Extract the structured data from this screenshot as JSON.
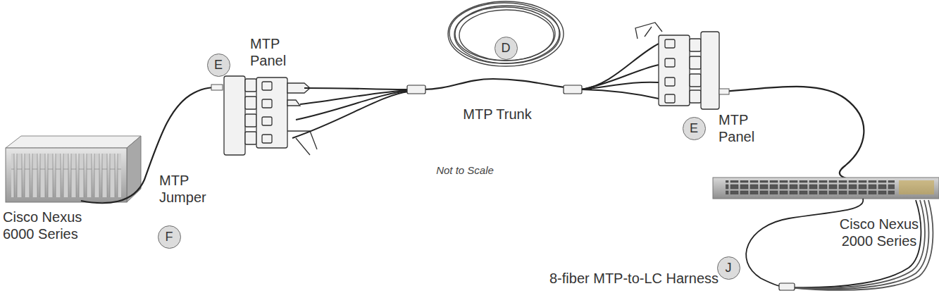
{
  "diagram": {
    "nodes": [
      {
        "text": [
          "E"
        ]
      },
      {
        "text": [
          "D"
        ]
      },
      {
        "text": [
          "E"
        ]
      },
      {
        "text": [
          "F"
        ]
      },
      {
        "text": [
          "J"
        ]
      }
    ],
    "labels": [
      "MTP Panel",
      "MTP Trunk",
      "Not to Scale",
      "MTP Panel",
      "Cisco Nexus 6000 Series",
      "MTP Jumper",
      "Cisco Nexus 2000 Series",
      "8-fiber MTP-to-LC Harness"
    ]
  }
}
